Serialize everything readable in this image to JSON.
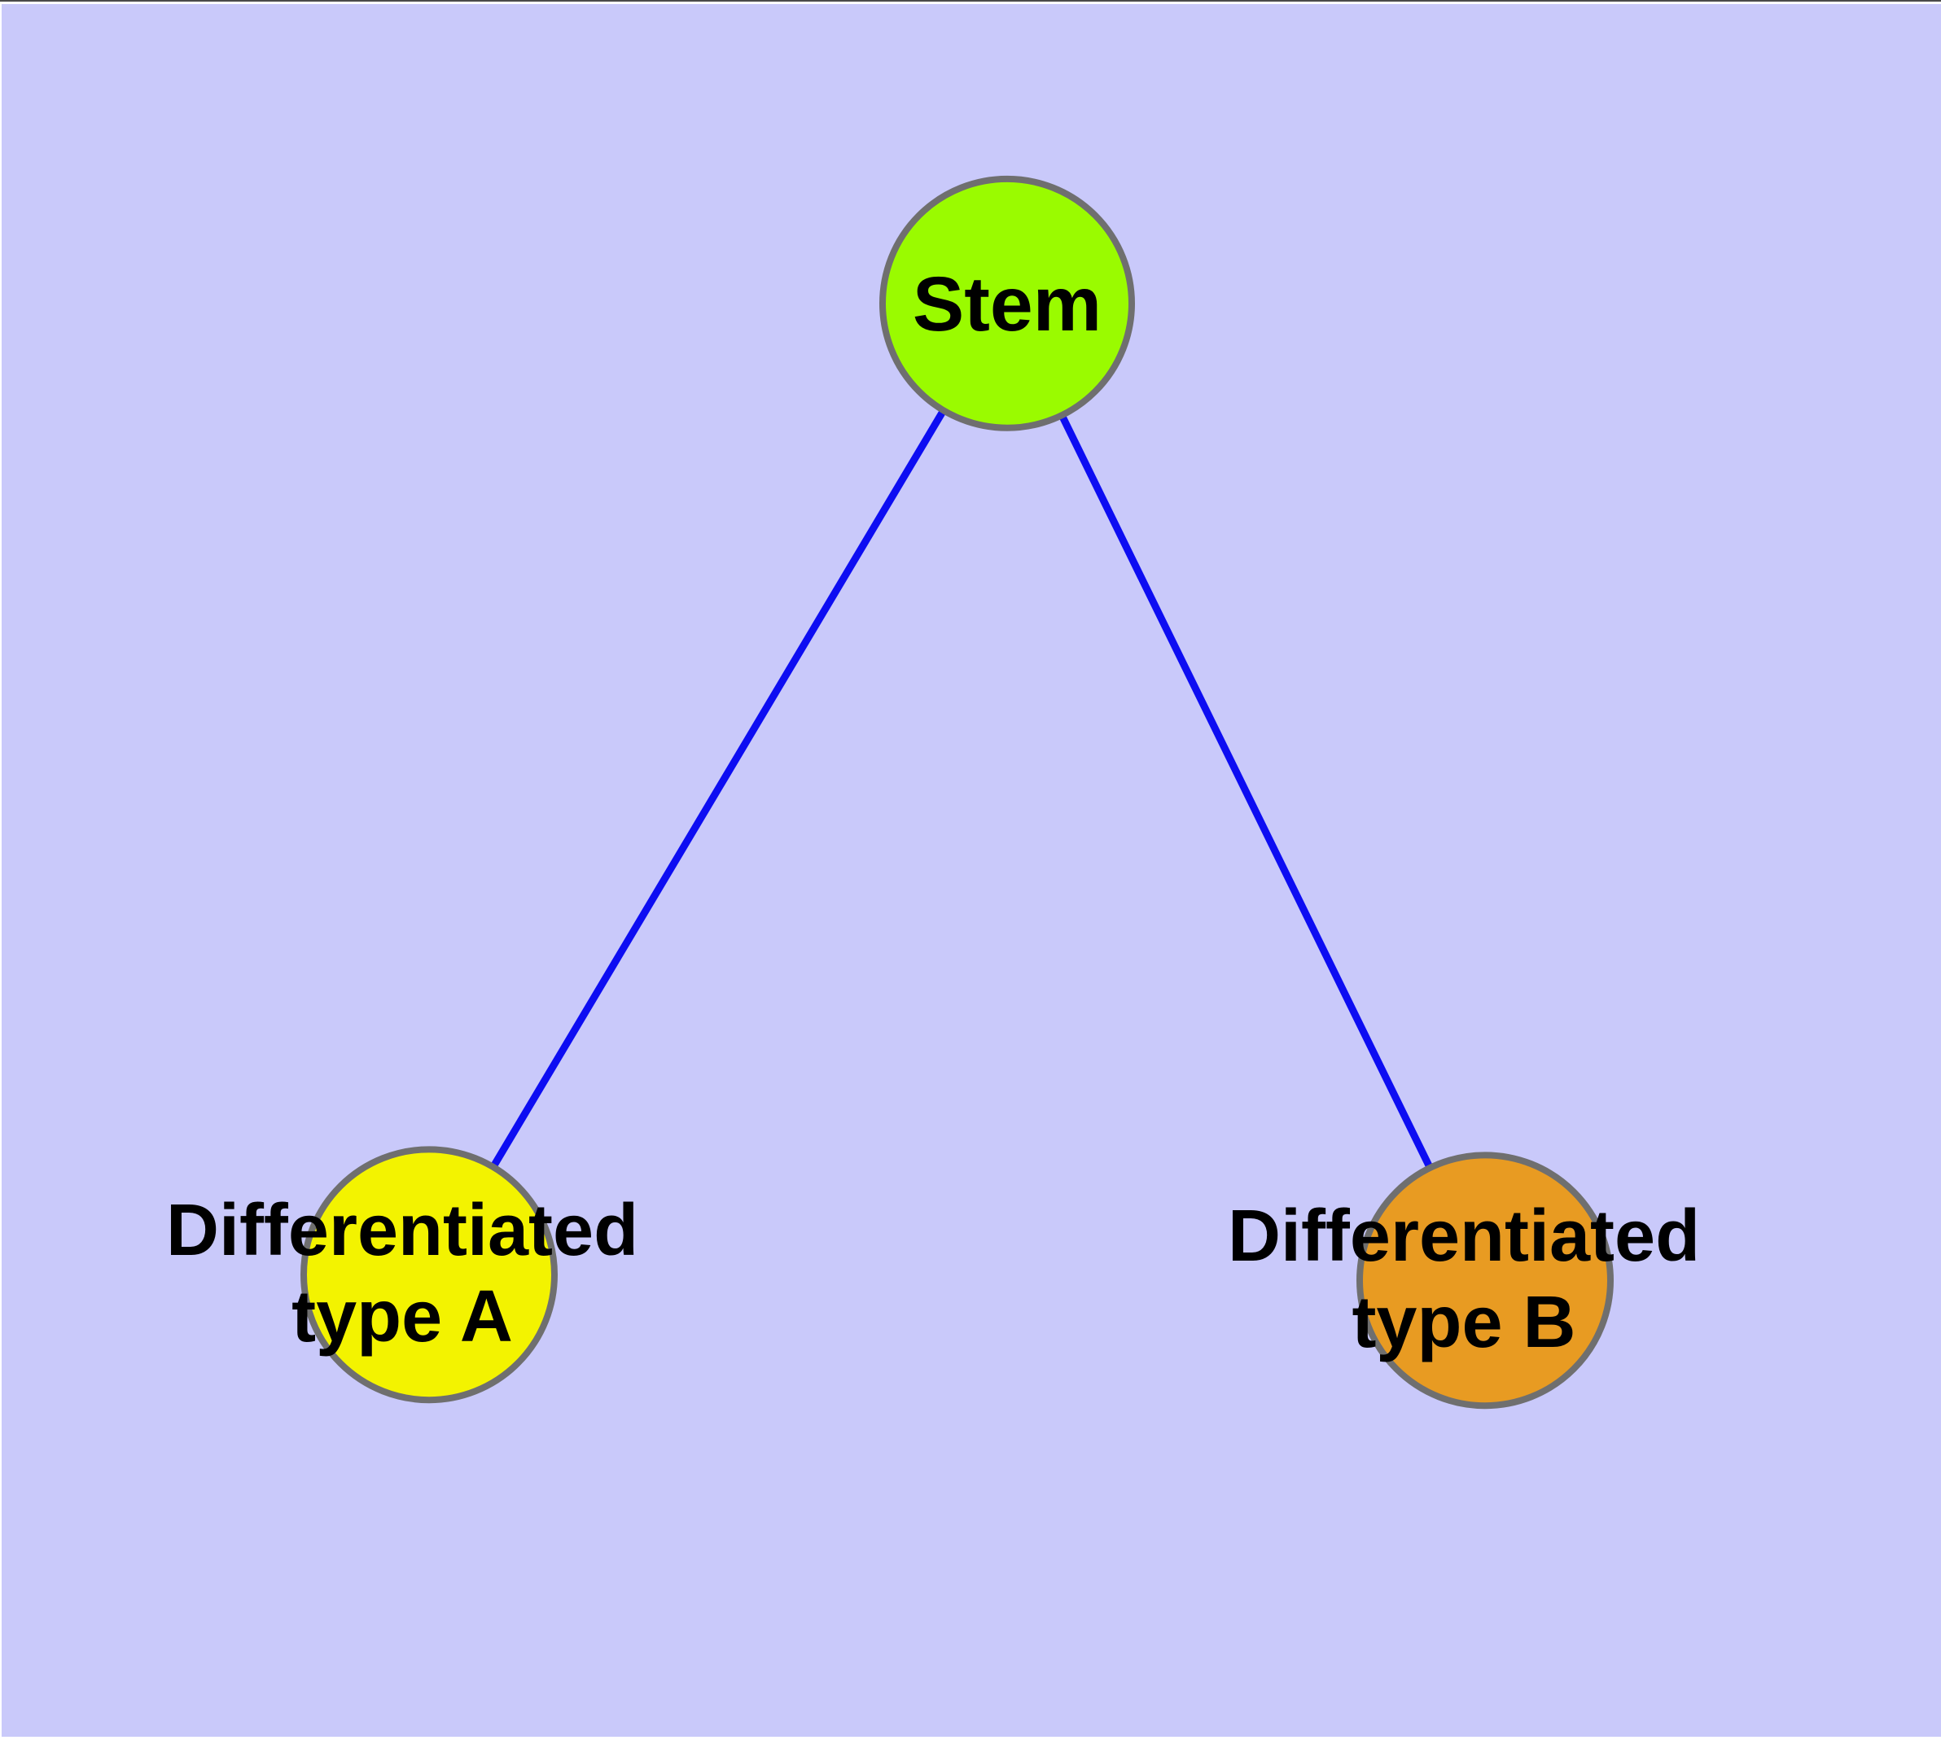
{
  "diagram": {
    "type": "node-link-graph",
    "background_color": "#c9c9fa",
    "edge_color": "#0d0df2",
    "node_border_color": "#6f6f6f",
    "text_color": "#000000",
    "nodes": [
      {
        "id": "stem",
        "lines": [
          "Stem"
        ],
        "fill": "#9afb00"
      },
      {
        "id": "differentiated-type-a",
        "lines": [
          "Differentiated",
          "type A"
        ],
        "fill": "#f3f300"
      },
      {
        "id": "differentiated-type-b",
        "lines": [
          "Differentiated",
          "type B"
        ],
        "fill": "#e89b22"
      }
    ],
    "edges": [
      {
        "from": "Stem",
        "to": "Differentiated type A"
      },
      {
        "from": "Stem",
        "to": "Differentiated type B"
      }
    ]
  }
}
